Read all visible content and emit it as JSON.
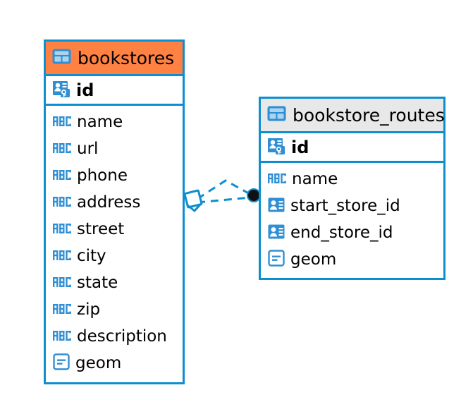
{
  "diagram": {
    "type": "entity-relationship-diagram",
    "background_color": "#ffffff",
    "accent_color": "#0d8ecf",
    "highlight_color": "#ff8243",
    "header_gray": "#e8e8e8"
  },
  "tables": [
    {
      "name": "bookstores",
      "header_style": "accent-orange",
      "table_icon": "table-icon",
      "primary_key": {
        "label": "id",
        "icon": "primary-key-icon"
      },
      "fields": [
        {
          "label": "name",
          "icon": "text-abc-icon"
        },
        {
          "label": "url",
          "icon": "text-abc-icon"
        },
        {
          "label": "phone",
          "icon": "text-abc-icon"
        },
        {
          "label": "address",
          "icon": "text-abc-icon"
        },
        {
          "label": "street",
          "icon": "text-abc-icon"
        },
        {
          "label": "city",
          "icon": "text-abc-icon"
        },
        {
          "label": "state",
          "icon": "text-abc-icon"
        },
        {
          "label": "zip",
          "icon": "text-abc-icon"
        },
        {
          "label": "description",
          "icon": "text-abc-icon"
        },
        {
          "label": "geom",
          "icon": "geometry-icon"
        }
      ]
    },
    {
      "name": "bookstore_routes",
      "header_style": "accent-gray",
      "table_icon": "table-icon",
      "primary_key": {
        "label": "id",
        "icon": "primary-key-icon"
      },
      "fields": [
        {
          "label": "name",
          "icon": "text-abc-icon"
        },
        {
          "label": "start_store_id",
          "icon": "foreign-key-icon"
        },
        {
          "label": "end_store_id",
          "icon": "foreign-key-icon"
        },
        {
          "label": "geom",
          "icon": "geometry-icon"
        }
      ]
    }
  ],
  "relationship": {
    "from_table": "bookstores",
    "to_table": "bookstore_routes",
    "source_marker": "diamond-marker",
    "target_marker": "filled-dot-marker",
    "line_style": "dashed",
    "line_color": "#0d8ecf"
  }
}
